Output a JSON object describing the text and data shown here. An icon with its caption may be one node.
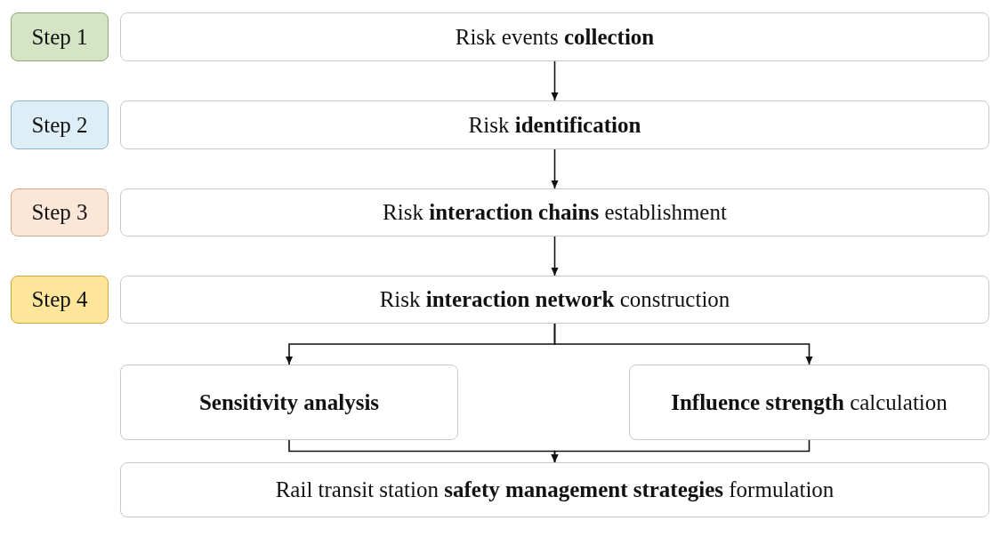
{
  "diagram": {
    "nodes": [
      {
        "text": [
          "Step 1"
        ]
      },
      {
        "text": [
          "Risk events **collection**"
        ]
      },
      {
        "text": [
          "Step 2"
        ]
      },
      {
        "text": [
          "Risk **identification**"
        ]
      },
      {
        "text": [
          "Step 3"
        ]
      },
      {
        "text": [
          "Risk **interaction chains** establishment"
        ]
      },
      {
        "text": [
          "Step 4"
        ]
      },
      {
        "text": [
          "Risk **interaction network** construction"
        ]
      },
      {
        "text": [
          "Sensitivity analysis"
        ]
      },
      {
        "text": [
          "**Influence strength** calculation"
        ]
      },
      {
        "text": [
          "Rail transit station **safety management strategies** formulation"
        ]
      }
    ],
    "edges": [
      {
        "from": 1,
        "to": 3,
        "arrow": "to"
      },
      {
        "from": 3,
        "to": 5,
        "arrow": "to"
      },
      {
        "from": 5,
        "to": 7,
        "arrow": "to"
      },
      {
        "from": 7,
        "to": 8,
        "arrow": "to"
      },
      {
        "from": 7,
        "to": 9,
        "arrow": "to"
      },
      {
        "from": 8,
        "to": 10,
        "arrow": "to"
      },
      {
        "from": 9,
        "to": 10,
        "arrow": "to"
      }
    ]
  }
}
